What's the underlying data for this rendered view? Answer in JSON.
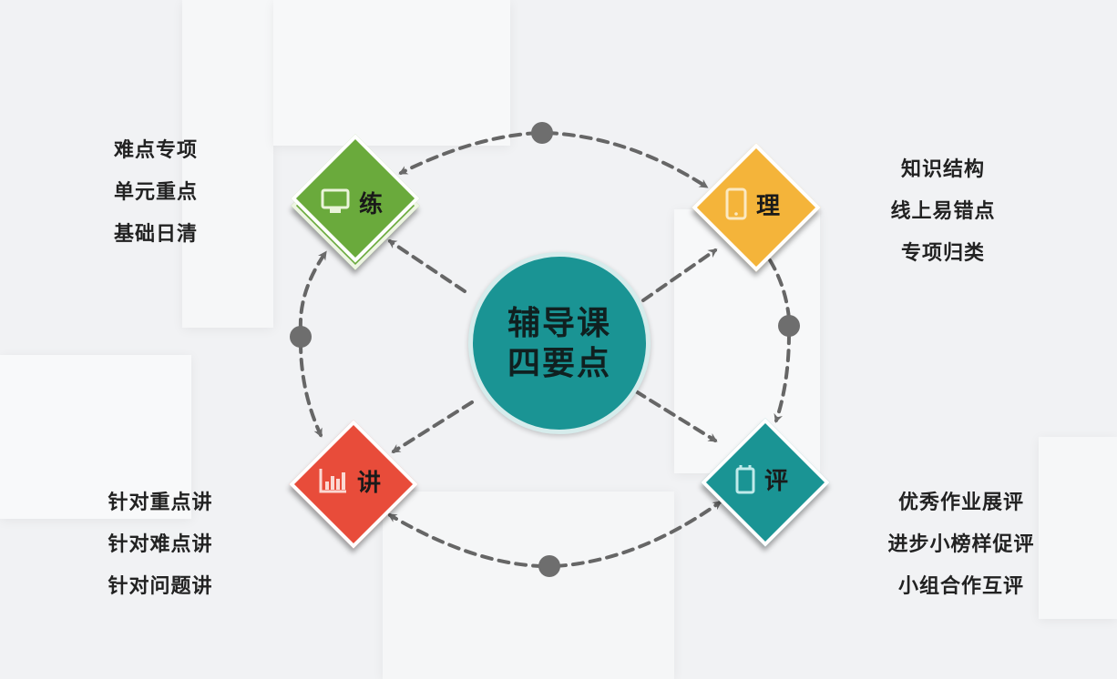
{
  "title": "辅导课四要点",
  "center": {
    "line1": "辅导课",
    "line2": "四要点",
    "color": "#1a9494"
  },
  "nodes": [
    {
      "id": "lian",
      "label": "练",
      "icon": "monitor-icon",
      "color": "#6aaa3c",
      "items": [
        "难点专项",
        "单元重点",
        "基础日清"
      ]
    },
    {
      "id": "li",
      "label": "理",
      "icon": "phone-icon",
      "color": "#f4b43a",
      "items": [
        "知识结构",
        "线上易错点",
        "专项归类"
      ]
    },
    {
      "id": "jiang",
      "label": "讲",
      "icon": "bar-chart-icon",
      "color": "#e84c3a",
      "items": [
        "针对重点讲",
        "针对难点讲",
        "针对问题讲"
      ]
    },
    {
      "id": "ping",
      "label": "评",
      "icon": "clipboard-icon",
      "color": "#1a9494",
      "items": [
        "优秀作业展评",
        "进步小榜样促评",
        "小组合作互评"
      ]
    }
  ],
  "connector_color": "#666666"
}
